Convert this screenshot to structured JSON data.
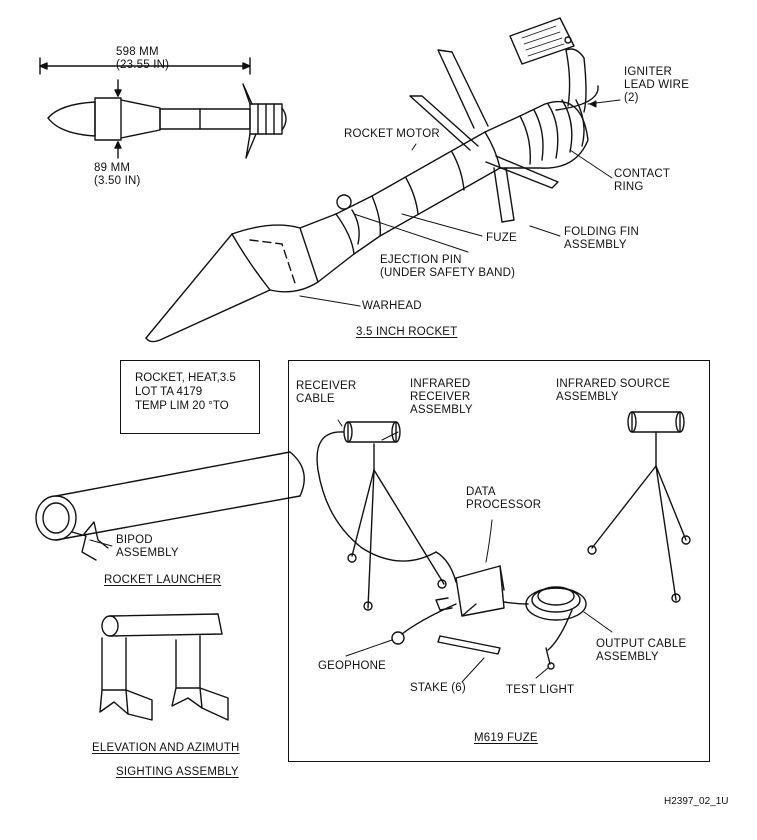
{
  "figure": {
    "code": "H2397_02_1U"
  },
  "dimensions": {
    "length_mm": "598 MM",
    "length_in": "(23.55 IN)",
    "diameter_mm": "89 MM",
    "diameter_in": "(3.50 IN)"
  },
  "rocket_labels": {
    "igniter_lead_wire": [
      "IGNITER",
      "LEAD WIRE",
      "(2)"
    ],
    "rocket_motor": "ROCKET MOTOR",
    "contact_ring": [
      "CONTACT",
      "RING"
    ],
    "fuze": "FUZE",
    "folding_fin_assembly": [
      "FOLDING FIN",
      "ASSEMBLY"
    ],
    "ejection_pin": [
      "EJECTION PIN",
      "(UNDER SAFETY BAND)"
    ],
    "warhead": "WARHEAD",
    "caption": "3.5 INCH ROCKET"
  },
  "rocket_tag": {
    "lines": [
      "ROCKET, HEAT,3.5",
      "LOT TA 4179",
      "TEMP LIM 20 °TO"
    ]
  },
  "launcher": {
    "bipod_assembly": [
      "BIPOD",
      "ASSEMBLY"
    ],
    "caption": "ROCKET LAUNCHER"
  },
  "sighting": {
    "caption_line1": "ELEVATION AND AZIMUTH",
    "caption_line2": "SIGHTING ASSEMBLY"
  },
  "m619": {
    "receiver_cable": [
      "RECEIVER",
      "CABLE"
    ],
    "infrared_receiver_assembly": [
      "INFRARED",
      "RECEIVER",
      "ASSEMBLY"
    ],
    "infrared_source_assembly": [
      "INFRARED SOURCE",
      "ASSEMBLY"
    ],
    "data_processor": [
      "DATA",
      "PROCESSOR"
    ],
    "geophone": "GEOPHONE",
    "stake": "STAKE (6)",
    "test_light": "TEST LIGHT",
    "output_cable_assembly": [
      "OUTPUT CABLE",
      "ASSEMBLY"
    ],
    "caption": "M619 FUZE"
  }
}
